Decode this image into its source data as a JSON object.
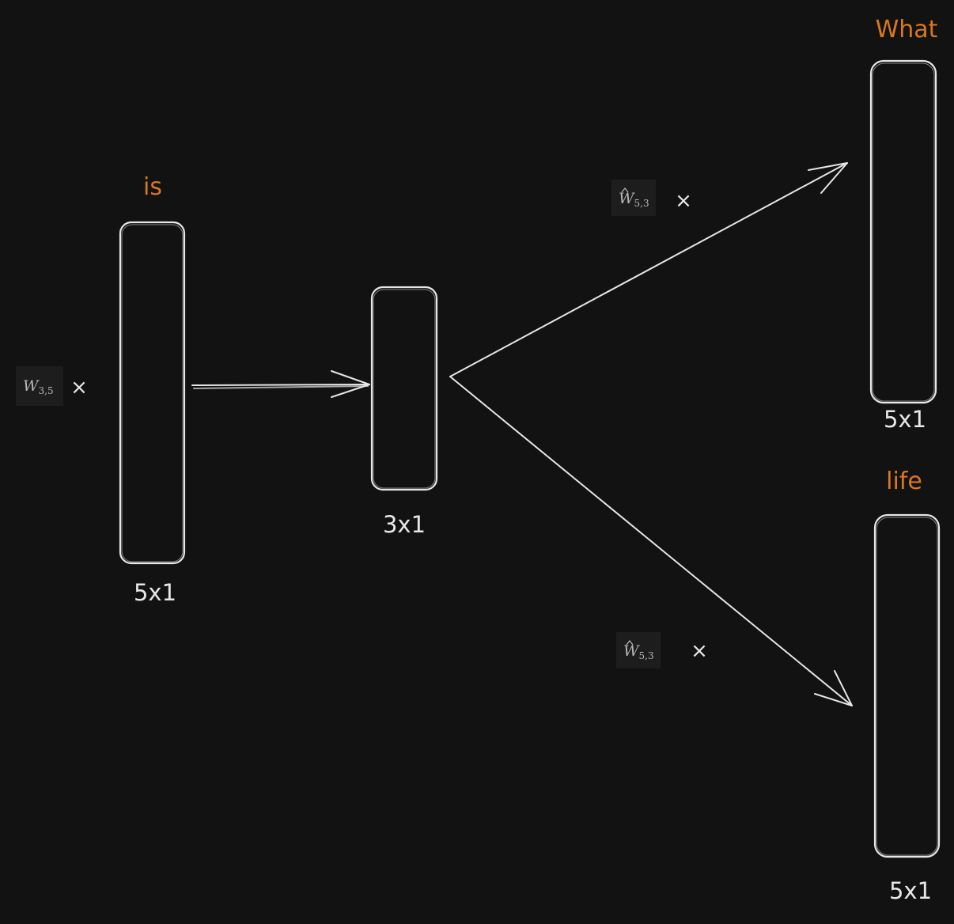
{
  "words": {
    "input": "is",
    "output_top": "What",
    "output_bottom": "life"
  },
  "dimensions": {
    "input": "5x1",
    "hidden": "3x1",
    "output_top": "5x1",
    "output_bottom": "5x1"
  },
  "matrices": {
    "encoder": {
      "symbol": "W",
      "subscript": "3,5",
      "operator": "×"
    },
    "decoder_top": {
      "symbol": "W",
      "subscript": "5,3",
      "operator": "×"
    },
    "decoder_bottom": {
      "symbol": "W",
      "subscript": "5,3",
      "operator": "×"
    }
  },
  "colors": {
    "background": "#121212",
    "stroke": "#e6e6e6",
    "word": "#d9771f"
  }
}
